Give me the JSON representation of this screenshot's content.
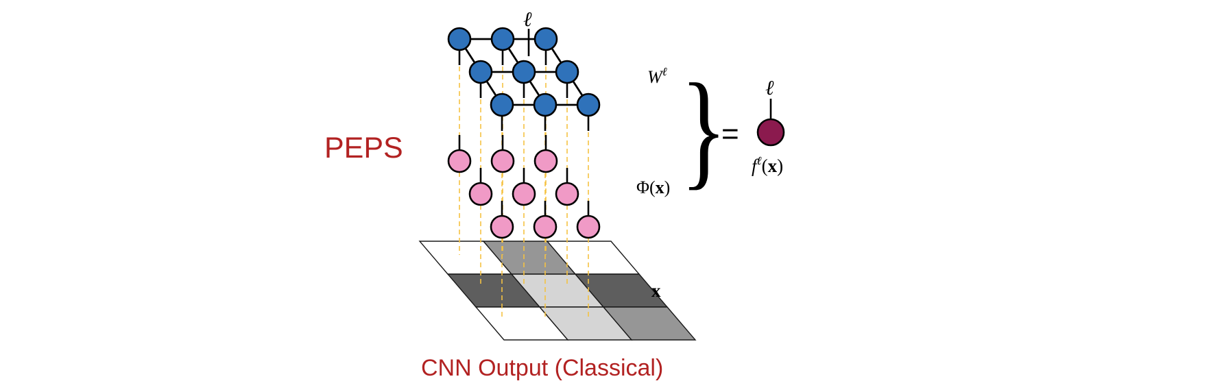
{
  "labels": {
    "peps": "PEPS",
    "cnn_output": "CNN Output (Classical)",
    "index_top": "ℓ",
    "weight": "W",
    "weight_sup": "ℓ",
    "feature_map": "Φ(",
    "feature_map_x": "x",
    "feature_map_close": ")",
    "equals": "=",
    "brace": "}",
    "output_index": "ℓ",
    "output_f": "f",
    "output_f_sup": "ℓ",
    "output_paren_open": "(",
    "output_x": "x",
    "output_paren_close": ")",
    "input_x": "x"
  },
  "colors": {
    "peps_node": "#2f72ba",
    "feature_node": "#f09ac6",
    "output_node": "#8b1a4e",
    "label_red": "#b22222",
    "dash": "#f5c242",
    "edge": "#000000"
  },
  "grid_cells": [
    [
      "#ffffff",
      "#969696",
      "#ffffff"
    ],
    [
      "#5e5e5e",
      "#d5d5d5",
      "#5e5e5e"
    ],
    [
      "#ffffff",
      "#d5d5d5",
      "#969696"
    ]
  ]
}
